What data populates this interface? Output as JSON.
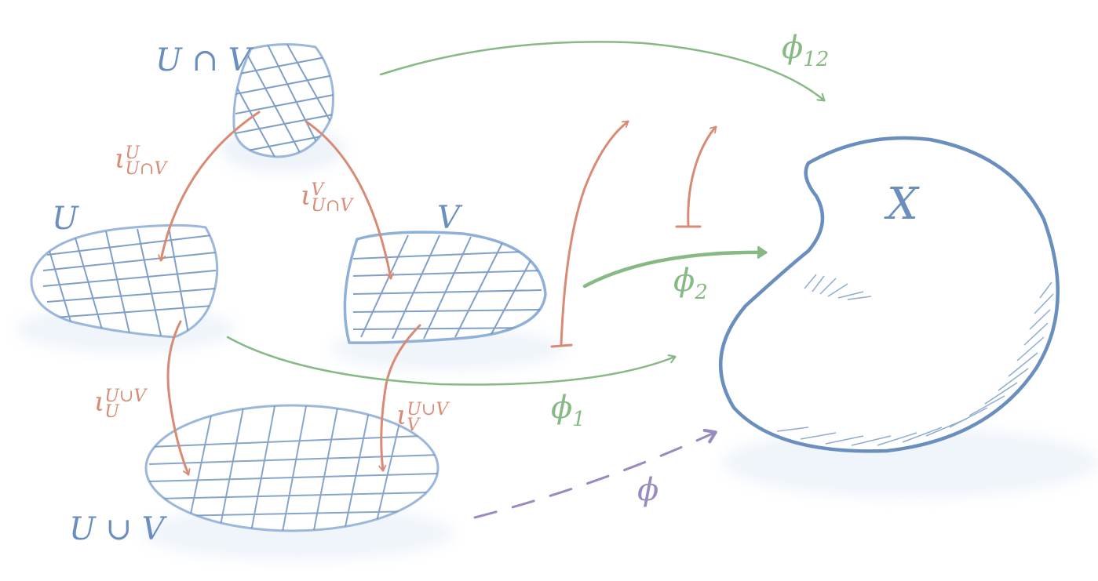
{
  "objects": {
    "intersection": "U ∩ V",
    "u": "U",
    "v": "V",
    "union": "U ∪ V",
    "target": "X"
  },
  "inclusions": {
    "i_u_sym": "ι",
    "i_u_sup": "U",
    "i_u_sub": "U∩V",
    "i_v_sym": "ι",
    "i_v_sup": "V",
    "i_v_sub": "U∩V",
    "j_u_sym": "ι",
    "j_u_sup": "U∪V",
    "j_u_sub": "U",
    "j_v_sym": "ι",
    "j_v_sup": "U∪V",
    "j_v_sub": "V"
  },
  "maps": {
    "phi12_sym": "ϕ",
    "phi12_sub": "12",
    "phi2_sym": "ϕ",
    "phi2_sub": "2",
    "phi1_sym": "ϕ",
    "phi1_sub": "1",
    "phi": "ϕ"
  },
  "colors": {
    "space": "#6a8fbf",
    "inclusion": "#d98a74",
    "map": "#86b983",
    "induced": "#9a8ac0"
  }
}
